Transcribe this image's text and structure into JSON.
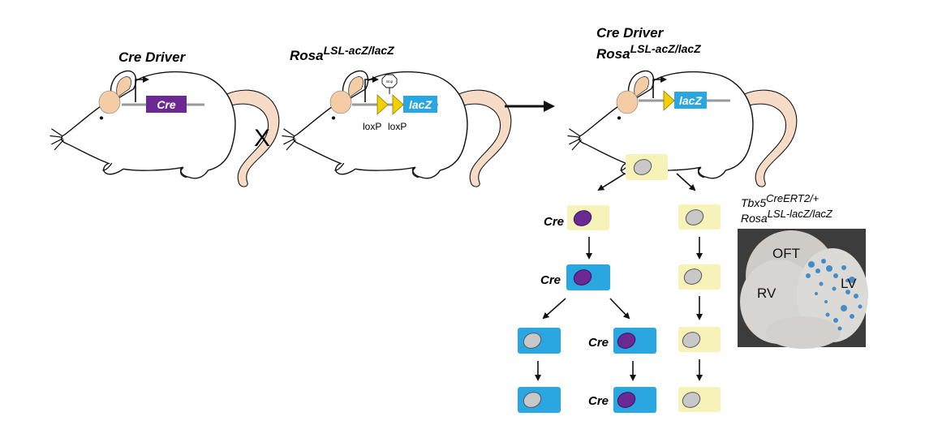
{
  "labels": {
    "cre_driver": "Cre Driver",
    "rosa": "Rosa",
    "rosa_sup_parent": "LSL-acZ/lacZ",
    "rosa_sup_child": "LSL-acZ/lacZ",
    "cre_gene": "Cre",
    "lacz_gene": "lacZ",
    "loxp": "loxP",
    "stop": "stop",
    "cross": "X",
    "cell_cre": "Cre"
  },
  "inset": {
    "genotype_line1_base": "Tbx5",
    "genotype_line1_sup": "CreERT2/+",
    "genotype_line2_base": "Rosa",
    "genotype_line2_sup": "LSL-lacZ/lacZ",
    "regions": [
      "OFT",
      "RV",
      "LV"
    ]
  },
  "colors": {
    "cre_purple": "#6a2a92",
    "lacz_blue": "#2aa6e0",
    "cell_yellow": "#f6f2b8",
    "cell_blue": "#2aa6e0",
    "nucleus_gray": "#c8c8c8",
    "loxp_yellow": "#f3d000",
    "tail_pink": "#f6dcc6"
  }
}
